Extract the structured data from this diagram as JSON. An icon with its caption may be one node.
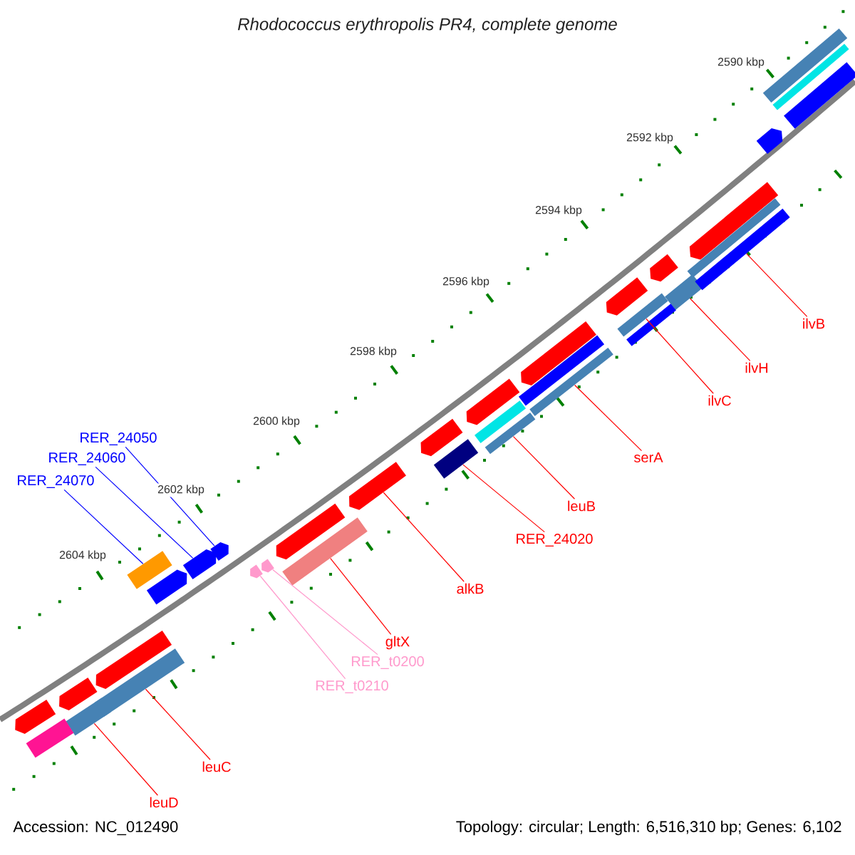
{
  "diagram": {
    "title": "Rhodococcus erythropolis PR4, complete genome",
    "nodes": [
      {
        "text": [
          "RER_24050"
        ]
      },
      {
        "text": [
          "RER_24060"
        ]
      },
      {
        "text": [
          "RER_24070"
        ]
      },
      {
        "text": [
          "ilvB"
        ]
      },
      {
        "text": [
          "ilvH"
        ]
      },
      {
        "text": [
          "ilvC"
        ]
      },
      {
        "text": [
          "serA"
        ]
      },
      {
        "text": [
          "leuB"
        ]
      },
      {
        "text": [
          "RER_24020"
        ]
      },
      {
        "text": [
          "alkB"
        ]
      },
      {
        "text": [
          "gltX"
        ]
      },
      {
        "text": [
          "RER_t0200"
        ]
      },
      {
        "text": [
          "RER_t0210"
        ]
      },
      {
        "text": [
          "leuC"
        ]
      },
      {
        "text": [
          "leuD"
        ]
      },
      {
        "text": [],
        "shape": "bar"
      },
      {
        "text": [],
        "shape": "bar"
      },
      {
        "text": [],
        "shape": "bar"
      },
      {
        "text": [],
        "shape": "arrow"
      },
      {
        "text": [],
        "shape": "arrow"
      },
      {
        "text": [],
        "shape": "arrow"
      },
      {
        "text": [],
        "shape": "arrow"
      },
      {
        "text": [],
        "shape": "bar"
      },
      {
        "text": [],
        "shape": "arrow"
      },
      {
        "text": [],
        "shape": "bar"
      },
      {
        "text": [],
        "shape": "bar"
      },
      {
        "text": [],
        "shape": "bar"
      },
      {
        "text": [],
        "shape": "bar"
      },
      {
        "text": [],
        "shape": "bar"
      },
      {
        "text": [],
        "shape": "bar"
      },
      {
        "text": [],
        "shape": "bar"
      },
      {
        "text": [],
        "shape": "bar"
      },
      {
        "text": [],
        "shape": "bar"
      },
      {
        "text": [],
        "shape": "arrow"
      },
      {
        "text": [],
        "shape": "arrow"
      },
      {
        "text": [],
        "shape": "arrow"
      },
      {
        "text": [],
        "shape": "arrow"
      },
      {
        "text": [],
        "shape": "arrow"
      },
      {
        "text": [],
        "shape": "arrow"
      },
      {
        "text": [],
        "shape": "arrow"
      },
      {
        "text": [],
        "shape": "arrow"
      },
      {
        "text": [],
        "shape": "arrow"
      },
      {
        "text": [],
        "shape": "arrow"
      },
      {
        "text": [],
        "shape": "arrow"
      },
      {
        "text": [],
        "shape": "arrow"
      },
      {
        "text": [],
        "shape": "bar"
      },
      {
        "text": [],
        "shape": "bar"
      },
      {
        "text": [],
        "shape": "bar"
      },
      {
        "text": [],
        "shape": "bar"
      },
      {
        "text": [],
        "shape": "bar"
      }
    ],
    "edges": [
      {
        "from": 14,
        "to": 15,
        "arrow": "none"
      },
      {
        "from": 13,
        "to": 16,
        "arrow": "none"
      },
      {
        "from": 2,
        "to": 17,
        "arrow": "none",
        "color": "#0000ff"
      },
      {
        "from": 1,
        "to": 18,
        "arrow": "none",
        "color": "#0000ff"
      },
      {
        "from": 0,
        "to": 19,
        "arrow": "none",
        "color": "#0000ff"
      },
      {
        "from": 12,
        "to": 20,
        "arrow": "none",
        "color": "#ff99cc"
      },
      {
        "from": 11,
        "to": 21,
        "arrow": "none",
        "color": "#ff99cc"
      },
      {
        "from": 10,
        "to": 22,
        "arrow": "none"
      },
      {
        "from": 9,
        "to": 23,
        "arrow": "none"
      },
      {
        "from": 8,
        "to": 24,
        "arrow": "none"
      },
      {
        "from": 7,
        "to": 25,
        "arrow": "none"
      },
      {
        "from": 6,
        "to": 26,
        "arrow": "none"
      },
      {
        "from": 5,
        "to": 27,
        "arrow": "none"
      },
      {
        "from": 4,
        "to": 28,
        "arrow": "none"
      },
      {
        "from": 3,
        "to": 29,
        "arrow": "none"
      }
    ],
    "labels": [
      "2590 kbp",
      "2592 kbp",
      "2594 kbp",
      "2596 kbp",
      "2598 kbp",
      "2600 kbp",
      "2602 kbp",
      "2604 kbp",
      "Accession: NC_012490",
      "Topology: circular; Length: 6,516,310 bp; Genes: 6,102"
    ]
  }
}
